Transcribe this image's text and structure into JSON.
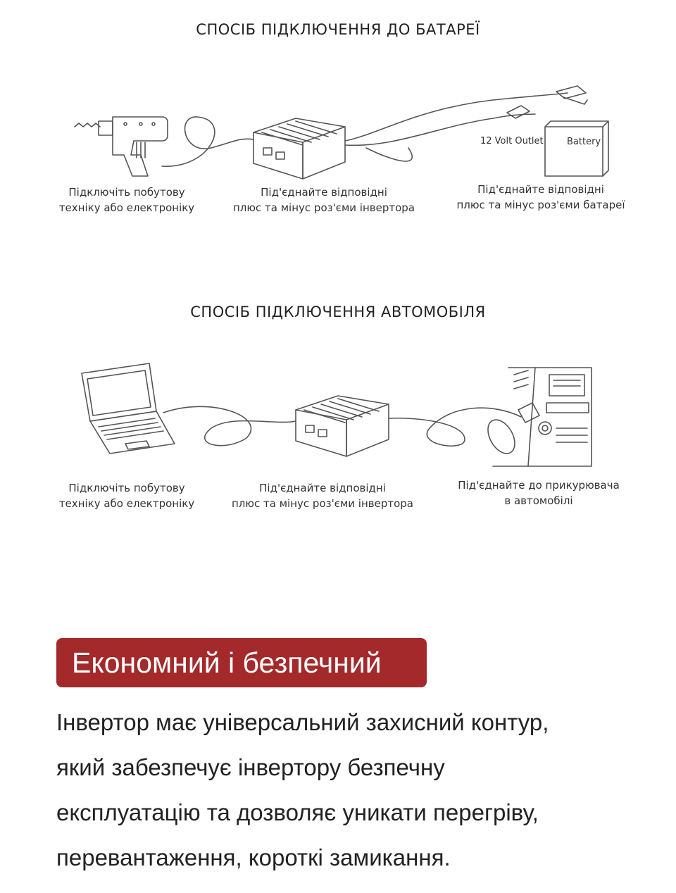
{
  "battery_section": {
    "title": "СПОСІБ ПІДКЛЮЧЕННЯ ДО БАТАРЕЇ",
    "outlet_label": "12 Volt Outlet",
    "battery_label": "Battery",
    "captions": [
      {
        "line1": "Підключіть побутову",
        "line2": "техніку або електроніку"
      },
      {
        "line1": "Під'єднайте відповідні",
        "line2": "плюс та мінус роз'єми інвертора"
      },
      {
        "line1": "Під'єднайте відповідні",
        "line2": "плюс та мінус роз'єми батареї"
      }
    ]
  },
  "car_section": {
    "title": "СПОСІБ ПІДКЛЮЧЕННЯ АВТОМОБІЛЯ",
    "captions": [
      {
        "line1": "Підключіть побутову",
        "line2": "техніку або електроніку"
      },
      {
        "line1": "Під'єднайте відповідні",
        "line2": "плюс та мінус роз'єми інвертора"
      },
      {
        "line1": "Під'єднайте до прикурювача",
        "line2": "в автомобілі"
      }
    ]
  },
  "feature": {
    "heading": "Економний і безпечний",
    "accent_color": "#a3292b",
    "lines": [
      "Інвертор має універсальний захисний контур,",
      "який забезпечує інвертору безпечну",
      "експлуатацію та дозволяє уникати перегріву,",
      "перевантаження, короткі замикання."
    ]
  }
}
